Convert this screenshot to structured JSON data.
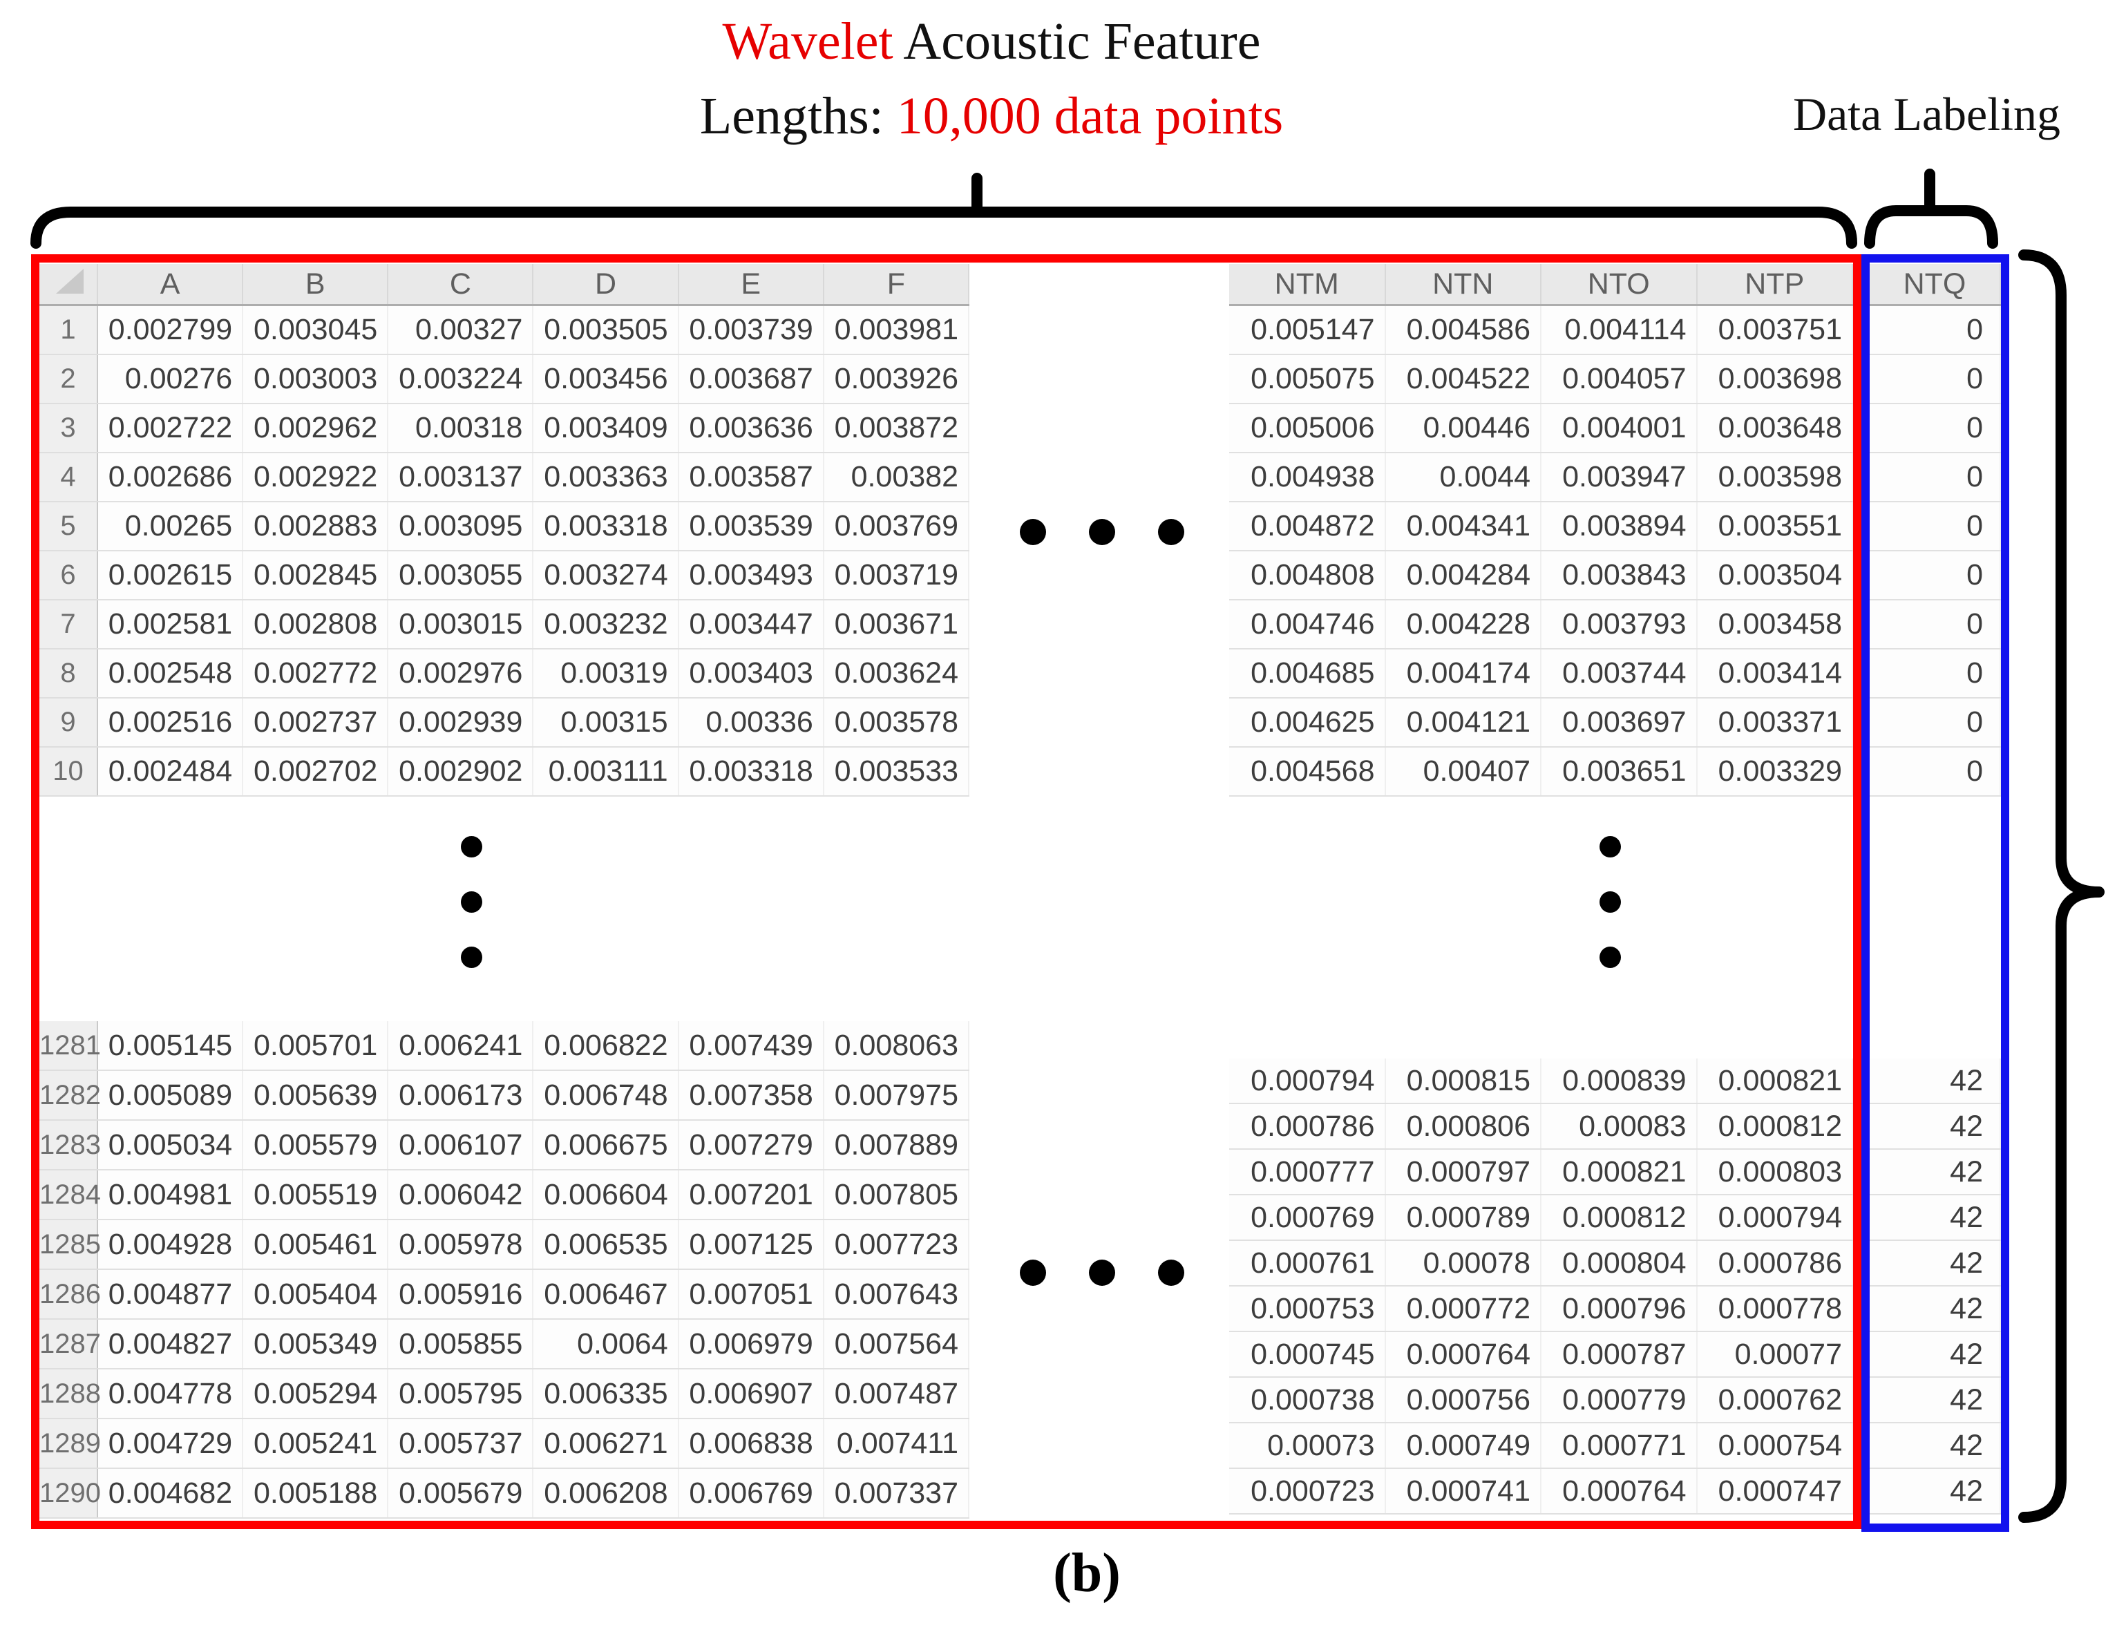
{
  "figure": {
    "title": {
      "red1": "Wavelet",
      "black1": " Acoustic Feature",
      "black2": "Lengths: ",
      "red2": "10,000 data points"
    },
    "data_labeling": "Data Labeling",
    "caption": "(b)"
  },
  "colors": {
    "red_border": "#ff0000",
    "blue_border": "#1212ee",
    "title_red": "#e60000"
  },
  "sheet": {
    "left_headers": [
      "A",
      "B",
      "C",
      "D",
      "E",
      "F"
    ],
    "right_headers": [
      "NTM",
      "NTN",
      "NTO",
      "NTP"
    ],
    "label_headers": [
      "NTQ"
    ],
    "top": {
      "numbers": [
        "1",
        "2",
        "3",
        "4",
        "5",
        "6",
        "7",
        "8",
        "9",
        "10"
      ],
      "left": [
        [
          "0.002799",
          "0.003045",
          "0.00327",
          "0.003505",
          "0.003739",
          "0.003981"
        ],
        [
          "0.00276",
          "0.003003",
          "0.003224",
          "0.003456",
          "0.003687",
          "0.003926"
        ],
        [
          "0.002722",
          "0.002962",
          "0.00318",
          "0.003409",
          "0.003636",
          "0.003872"
        ],
        [
          "0.002686",
          "0.002922",
          "0.003137",
          "0.003363",
          "0.003587",
          "0.00382"
        ],
        [
          "0.00265",
          "0.002883",
          "0.003095",
          "0.003318",
          "0.003539",
          "0.003769"
        ],
        [
          "0.002615",
          "0.002845",
          "0.003055",
          "0.003274",
          "0.003493",
          "0.003719"
        ],
        [
          "0.002581",
          "0.002808",
          "0.003015",
          "0.003232",
          "0.003447",
          "0.003671"
        ],
        [
          "0.002548",
          "0.002772",
          "0.002976",
          "0.00319",
          "0.003403",
          "0.003624"
        ],
        [
          "0.002516",
          "0.002737",
          "0.002939",
          "0.00315",
          "0.00336",
          "0.003578"
        ],
        [
          "0.002484",
          "0.002702",
          "0.002902",
          "0.003111",
          "0.003318",
          "0.003533"
        ]
      ],
      "right": [
        [
          "0.005147",
          "0.004586",
          "0.004114",
          "0.003751"
        ],
        [
          "0.005075",
          "0.004522",
          "0.004057",
          "0.003698"
        ],
        [
          "0.005006",
          "0.00446",
          "0.004001",
          "0.003648"
        ],
        [
          "0.004938",
          "0.0044",
          "0.003947",
          "0.003598"
        ],
        [
          "0.004872",
          "0.004341",
          "0.003894",
          "0.003551"
        ],
        [
          "0.004808",
          "0.004284",
          "0.003843",
          "0.003504"
        ],
        [
          "0.004746",
          "0.004228",
          "0.003793",
          "0.003458"
        ],
        [
          "0.004685",
          "0.004174",
          "0.003744",
          "0.003414"
        ],
        [
          "0.004625",
          "0.004121",
          "0.003697",
          "0.003371"
        ],
        [
          "0.004568",
          "0.00407",
          "0.003651",
          "0.003329"
        ]
      ],
      "labels": [
        "0",
        "0",
        "0",
        "0",
        "0",
        "0",
        "0",
        "0",
        "0",
        "0"
      ]
    },
    "bottom": {
      "numbers": [
        "1281",
        "1282",
        "1283",
        "1284",
        "1285",
        "1286",
        "1287",
        "1288",
        "1289",
        "1290"
      ],
      "left": [
        [
          "0.005145",
          "0.005701",
          "0.006241",
          "0.006822",
          "0.007439",
          "0.008063"
        ],
        [
          "0.005089",
          "0.005639",
          "0.006173",
          "0.006748",
          "0.007358",
          "0.007975"
        ],
        [
          "0.005034",
          "0.005579",
          "0.006107",
          "0.006675",
          "0.007279",
          "0.007889"
        ],
        [
          "0.004981",
          "0.005519",
          "0.006042",
          "0.006604",
          "0.007201",
          "0.007805"
        ],
        [
          "0.004928",
          "0.005461",
          "0.005978",
          "0.006535",
          "0.007125",
          "0.007723"
        ],
        [
          "0.004877",
          "0.005404",
          "0.005916",
          "0.006467",
          "0.007051",
          "0.007643"
        ],
        [
          "0.004827",
          "0.005349",
          "0.005855",
          "0.0064",
          "0.006979",
          "0.007564"
        ],
        [
          "0.004778",
          "0.005294",
          "0.005795",
          "0.006335",
          "0.006907",
          "0.007487"
        ],
        [
          "0.004729",
          "0.005241",
          "0.005737",
          "0.006271",
          "0.006838",
          "0.007411"
        ],
        [
          "0.004682",
          "0.005188",
          "0.005679",
          "0.006208",
          "0.006769",
          "0.007337"
        ]
      ],
      "right": [
        [
          "0.000794",
          "0.000815",
          "0.000839",
          "0.000821"
        ],
        [
          "0.000786",
          "0.000806",
          "0.00083",
          "0.000812"
        ],
        [
          "0.000777",
          "0.000797",
          "0.000821",
          "0.000803"
        ],
        [
          "0.000769",
          "0.000789",
          "0.000812",
          "0.000794"
        ],
        [
          "0.000761",
          "0.00078",
          "0.000804",
          "0.000786"
        ],
        [
          "0.000753",
          "0.000772",
          "0.000796",
          "0.000778"
        ],
        [
          "0.000745",
          "0.000764",
          "0.000787",
          "0.00077"
        ],
        [
          "0.000738",
          "0.000756",
          "0.000779",
          "0.000762"
        ],
        [
          "0.00073",
          "0.000749",
          "0.000771",
          "0.000754"
        ],
        [
          "0.000723",
          "0.000741",
          "0.000764",
          "0.000747"
        ]
      ],
      "labels": [
        "42",
        "42",
        "42",
        "42",
        "42",
        "42",
        "42",
        "42",
        "42",
        "42"
      ]
    }
  }
}
